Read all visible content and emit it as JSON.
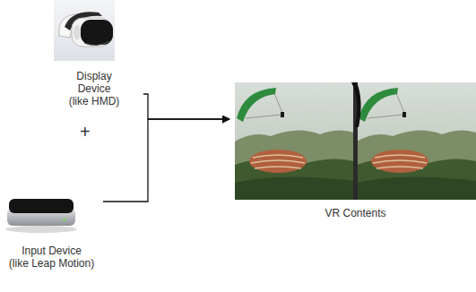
{
  "diagram": {
    "nodes": [
      {
        "text": [
          "Display Device (like HMD)"
        ]
      },
      {
        "text": [
          "Input Device (like Leap Motion)"
        ]
      },
      {
        "text": [
          "VR Contents"
        ]
      }
    ],
    "edges": [
      {
        "from": 0,
        "to": 2,
        "arrow": "to"
      },
      {
        "from": 1,
        "to": 2,
        "arrow": "to"
      }
    ],
    "labels": [
      "+"
    ]
  }
}
